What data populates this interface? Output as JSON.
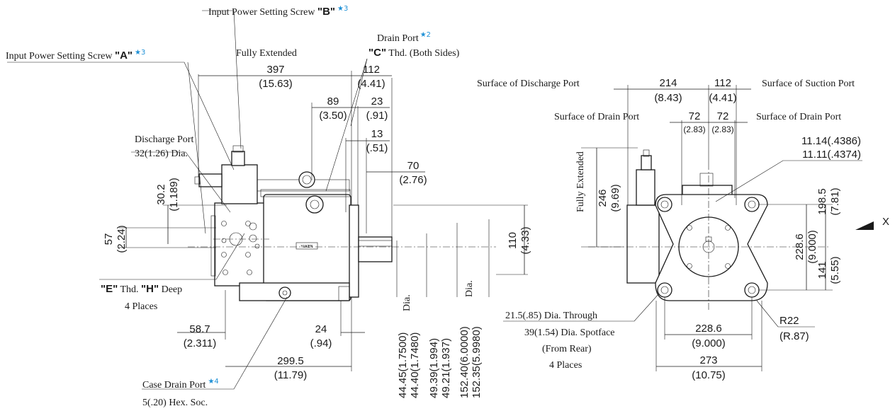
{
  "labels": {
    "screw_b_text": "Input Power Setting Screw ",
    "screw_b_q": "\"B\"",
    "screw_a_text": "Input Power Setting Screw ",
    "screw_a_q": "\"A\"",
    "star3": "★3",
    "star2": "★2",
    "star4": "★4",
    "fully_extended": "Fully Extended",
    "drain_port": "Drain Port",
    "c_q": "\"C\"",
    "c_thd": " Thd. (Both Sides)",
    "discharge_port": "Discharge Port",
    "discharge_dia": "32(1.26) Dia.",
    "e_q": "\"E\"",
    "e_thd": " Thd. ",
    "h_q": "\"H\"",
    "h_deep": " Deep",
    "four_places": "4 Places",
    "case_drain": "Case Drain Port",
    "hex_soc": "5(.20) Hex. Soc.",
    "surf_discharge": "Surface of Discharge Port",
    "surf_suction": "Surface of Suction Port",
    "surf_drain_l": "Surface of Drain Port",
    "surf_drain_r": "Surface of Drain Port",
    "fully_extended_v": "Fully Extended",
    "through": "21.5(.85) Dia. Through",
    "spotface": "39(1.54) Dia. Spotface",
    "from_rear": "(From Rear)",
    "four_places_r": "4 Places",
    "dia": "Dia.",
    "view_x": "X",
    "nameplate": "YUKEN"
  },
  "dims": {
    "d397": "397",
    "d397i": "(15.63)",
    "d112": "112",
    "d112i": "(4.41)",
    "d89": "89",
    "d89i": "(3.50)",
    "d23": "23",
    "d23i": "(.91)",
    "d13": "13",
    "d13i": "(.51)",
    "d70": "70",
    "d70i": "(2.76)",
    "d30": "30.2",
    "d30i": "(1.189)",
    "d57": "57",
    "d57i": "(2.24)",
    "d110": "110",
    "d110i": "(4.33)",
    "d587": "58.7",
    "d587i": "(2.311)",
    "d24": "24",
    "d24i": "(.94)",
    "d2995": "299.5",
    "d2995i": "(11.79)",
    "v1": "44.45(1.7500)",
    "v2": "44.40(1.7480)",
    "v3": "49.39(1.994)",
    "v4": "49.21(1.937)",
    "v5": "152.40(6.0000)",
    "v6": "152.35(5.9980)",
    "r214": "214",
    "r214i": "(8.43)",
    "r112": "112",
    "r112i": "(4.41)",
    "r72a": "72",
    "r72ai": "(2.83)",
    "r72b": "72",
    "r72bi": "(2.83)",
    "r1114": "11.14(.4386)",
    "r1111": "11.11(.4374)",
    "r246": "246",
    "r246i": "(9.69)",
    "r1985": "198.5",
    "r1985i": "(7.81)",
    "r2286v": "228.6",
    "r2286vi": "(9.000)",
    "r141": "141",
    "r141i": "(5.55)",
    "r2286": "228.6",
    "r2286i": "(9.000)",
    "r273": "273",
    "r273i": "(10.75)",
    "r22": "R22",
    "r22i": "(R.87)"
  }
}
